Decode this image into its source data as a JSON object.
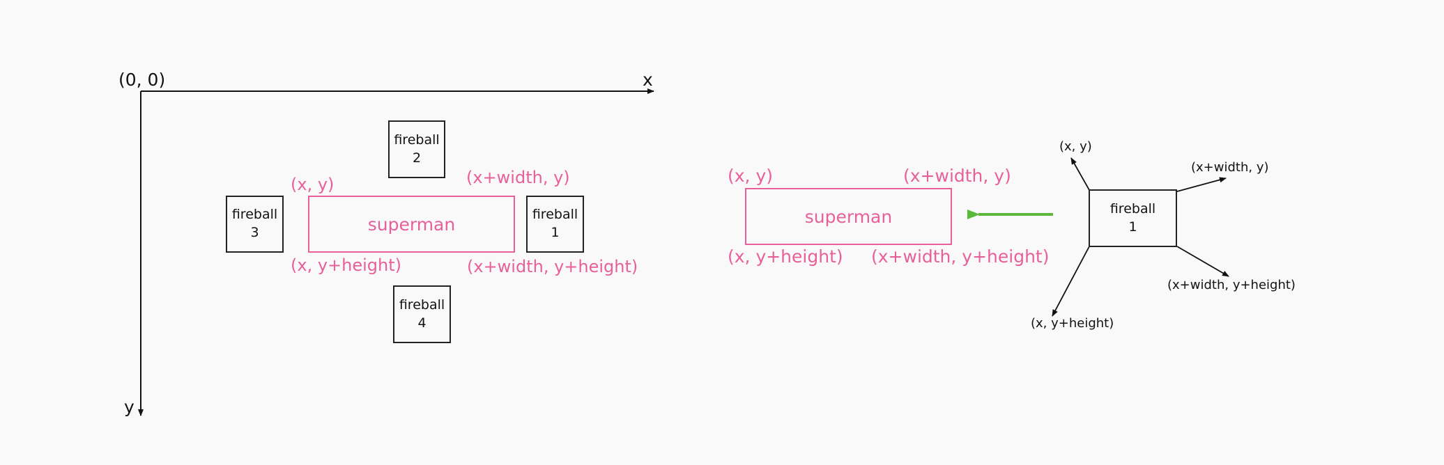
{
  "left": {
    "origin": "(0, 0)",
    "x_axis": "x",
    "y_axis": "y",
    "superman": "superman",
    "corners": {
      "tl": "(x, y)",
      "tr": "(x+width, y)",
      "bl": "(x, y+height)",
      "br": "(x+width, y+height)"
    },
    "fireballs": [
      {
        "name": "fireball",
        "num": "1"
      },
      {
        "name": "fireball",
        "num": "2"
      },
      {
        "name": "fireball",
        "num": "3"
      },
      {
        "name": "fireball",
        "num": "4"
      }
    ]
  },
  "right": {
    "superman": "superman",
    "corners": {
      "tl": "(x, y)",
      "tr": "(x+width, y)",
      "bl": "(x, y+height)",
      "br": "(x+width, y+height)"
    },
    "fireball": {
      "name": "fireball",
      "num": "1"
    },
    "fireball_corners": {
      "tl": "(x, y)",
      "tr": "(x+width, y)",
      "bl": "(x, y+height)",
      "br": "(x+width, y+height)"
    },
    "arrow_color": "#5cb83a"
  },
  "colors": {
    "pink": "#e8609a",
    "dark": "#222222"
  }
}
